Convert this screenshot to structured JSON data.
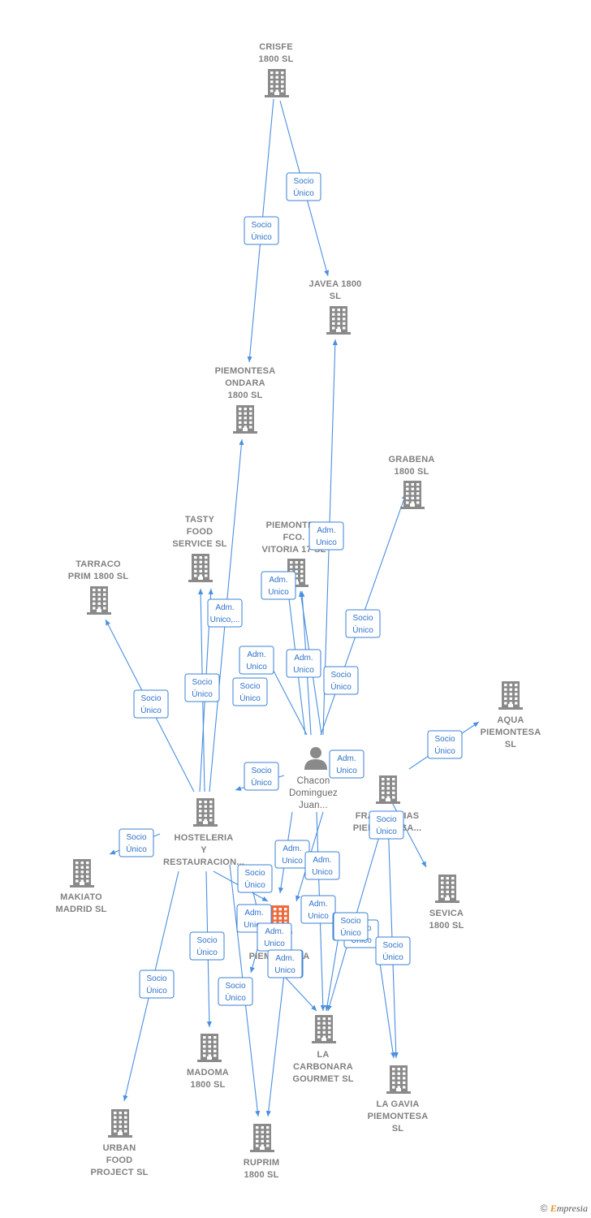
{
  "colors": {
    "company": "#8a8a8a",
    "highlight": "#ee6a3c",
    "edge": "#4a8fe0",
    "label": "#808080"
  },
  "nodes": [
    {
      "id": "crisfe",
      "type": "company",
      "lines": [
        "CRISFE",
        "1800   SL"
      ]
    },
    {
      "id": "javea",
      "type": "company",
      "lines": [
        "JAVEA 1800",
        "SL"
      ]
    },
    {
      "id": "ondara",
      "type": "company",
      "lines": [
        "PIEMONTESA",
        "ONDARA",
        "1800  SL"
      ]
    },
    {
      "id": "grabena",
      "type": "company",
      "lines": [
        "GRABENA",
        "1800  SL"
      ]
    },
    {
      "id": "tasty",
      "type": "company",
      "lines": [
        "TASTY",
        "FOOD",
        "SERVICE  SL"
      ]
    },
    {
      "id": "vitoria",
      "type": "company",
      "lines": [
        "PIEMONTE...",
        "FCO.",
        "VITORIA 17  SL"
      ]
    },
    {
      "id": "tarraco",
      "type": "company",
      "lines": [
        "TARRACO",
        "PRIM 1800   SL"
      ]
    },
    {
      "id": "aqua",
      "type": "company",
      "lines": [
        "AQUA",
        "PIEMONTESA",
        "SL"
      ]
    },
    {
      "id": "person",
      "type": "person",
      "lines": [
        "Chacon",
        "Dominguez",
        "Juan..."
      ]
    },
    {
      "id": "franquicias",
      "type": "company",
      "lines": [
        "FRANQUICIAS",
        "PIEMONTESA..."
      ]
    },
    {
      "id": "hosteleria",
      "type": "company",
      "lines": [
        "HOSTELERIA",
        "Y",
        "RESTAURACION..."
      ]
    },
    {
      "id": "makiato",
      "type": "company",
      "lines": [
        "MAKIATO",
        "MADRID  SL"
      ]
    },
    {
      "id": "sevica",
      "type": "company",
      "lines": [
        "SEVICA",
        "1800  SL"
      ]
    },
    {
      "id": "center",
      "type": "highlight",
      "lines": [
        "...S",
        "PIEMONTESA"
      ]
    },
    {
      "id": "carbonara",
      "type": "company",
      "lines": [
        "LA",
        "CARBONARA",
        "GOURMET  SL"
      ]
    },
    {
      "id": "madoma",
      "type": "company",
      "lines": [
        "MADOMA",
        "1800   SL"
      ]
    },
    {
      "id": "gavia",
      "type": "company",
      "lines": [
        "LA GAVIA",
        "PIEMONTESA",
        "SL"
      ]
    },
    {
      "id": "urban",
      "type": "company",
      "lines": [
        "URBAN",
        "FOOD",
        "PROJECT SL"
      ]
    },
    {
      "id": "ruprim",
      "type": "company",
      "lines": [
        "RUPRIM",
        "1800   SL"
      ]
    }
  ],
  "edges": [
    {
      "label": [
        "Socio",
        "Único"
      ]
    },
    {
      "label": [
        "Socio",
        "Único"
      ]
    },
    {
      "label": [
        "Adm.",
        "Unico"
      ]
    },
    {
      "label": [
        "Adm.",
        "Unico"
      ]
    },
    {
      "label": [
        "Adm.",
        "Unico"
      ]
    },
    {
      "label": [
        "Adm.",
        "Unico"
      ]
    },
    {
      "label": [
        "Socio",
        "Único"
      ]
    },
    {
      "label": [
        "Adm.",
        "Unico"
      ]
    },
    {
      "label": [
        "Socio",
        "Único"
      ]
    },
    {
      "label": [
        "Adm.",
        "Unico"
      ]
    },
    {
      "label": [
        "Socio",
        "Único"
      ]
    },
    {
      "label": [
        "Socio",
        "Único"
      ]
    },
    {
      "label": [
        "Socio",
        "Único"
      ]
    },
    {
      "label": [
        "Socio",
        "Único"
      ]
    },
    {
      "label": [
        "Adm.",
        "Unico,..."
      ]
    },
    {
      "label": [
        "Socio",
        "Único"
      ]
    },
    {
      "label": [
        "Socio",
        "Único"
      ]
    },
    {
      "label": [
        "Socio",
        "Único"
      ]
    },
    {
      "label": [
        "Socio",
        "Único"
      ]
    },
    {
      "label": [
        "Socio",
        "Único"
      ]
    },
    {
      "label": [
        "Adm.",
        "Unico"
      ]
    },
    {
      "label": [
        "Adm.",
        "Unico"
      ]
    },
    {
      "label": [
        "Socio",
        "Único"
      ]
    },
    {
      "label": [
        "Adm.",
        "Unico"
      ]
    },
    {
      "label": [
        "Adm.",
        "Unico"
      ]
    },
    {
      "label": [
        "Socio",
        "Único"
      ]
    },
    {
      "label": [
        "Socio",
        "Único"
      ]
    },
    {
      "label": [
        "Adm.",
        "Unico"
      ]
    },
    {
      "label": [
        "Socio",
        "Único"
      ]
    },
    {
      "label": [
        "Adm.",
        "Unico"
      ]
    },
    {
      "label": [
        "Socio",
        "Único"
      ]
    },
    {
      "label": [
        "Socio",
        "Único"
      ]
    }
  ],
  "footer": {
    "copyright": "©",
    "brand_first": "E",
    "brand_rest": "mpresia"
  }
}
